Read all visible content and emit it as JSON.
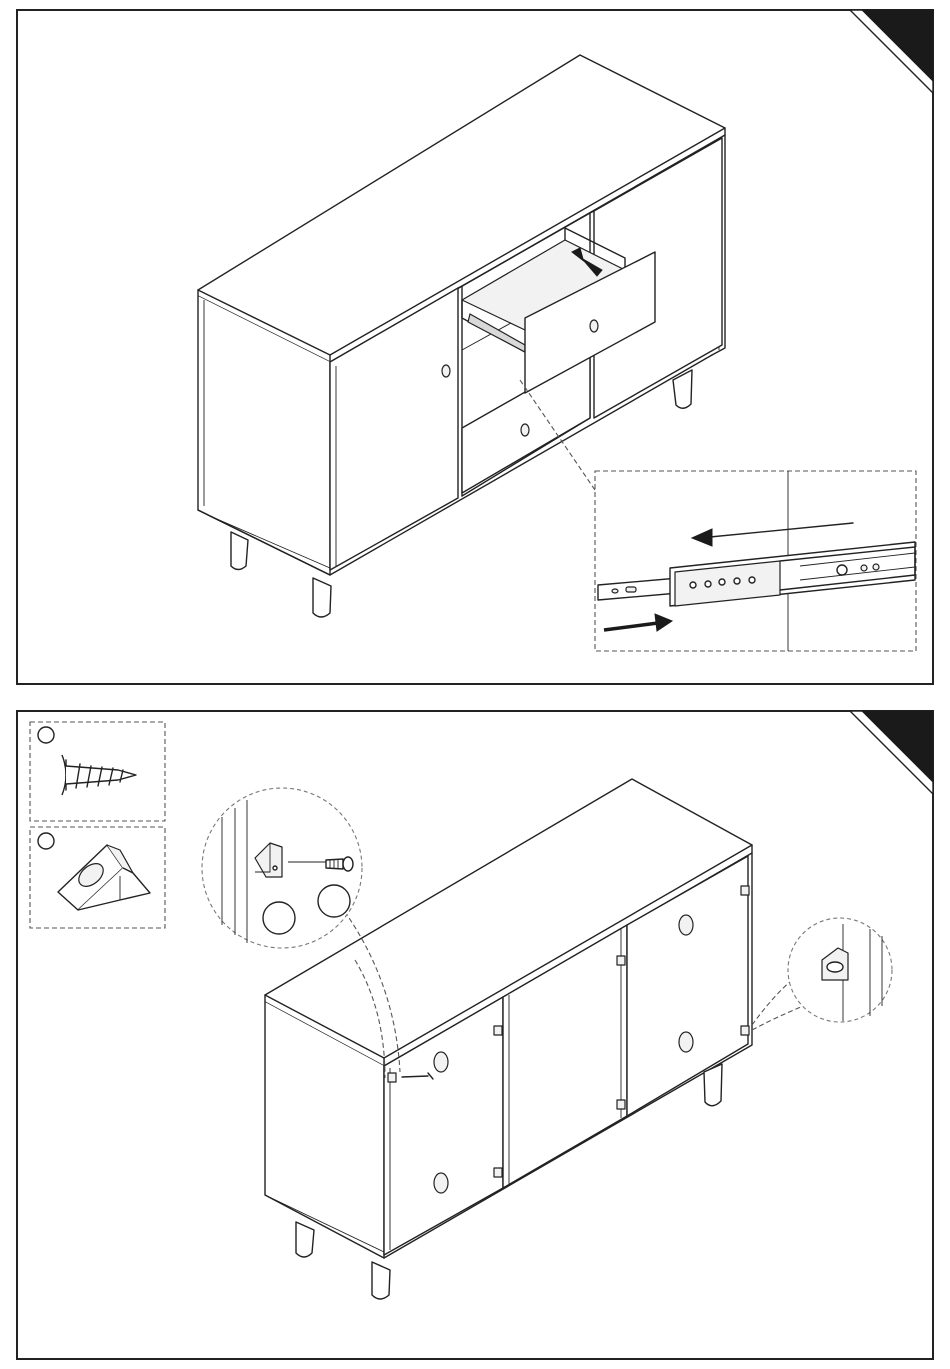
{
  "panels": [
    {
      "name": "step-a",
      "description_tag": "drawer-slide-installation"
    },
    {
      "name": "step-b",
      "description_tag": "door-stopper-installation"
    }
  ],
  "icons": {
    "screw": "screw-icon",
    "stopper": "door-stopper-block-icon",
    "arrow": "arrow-icon"
  },
  "colors": {
    "line": "#222222",
    "corner": "#1a1a1a",
    "background": "#ffffff"
  }
}
